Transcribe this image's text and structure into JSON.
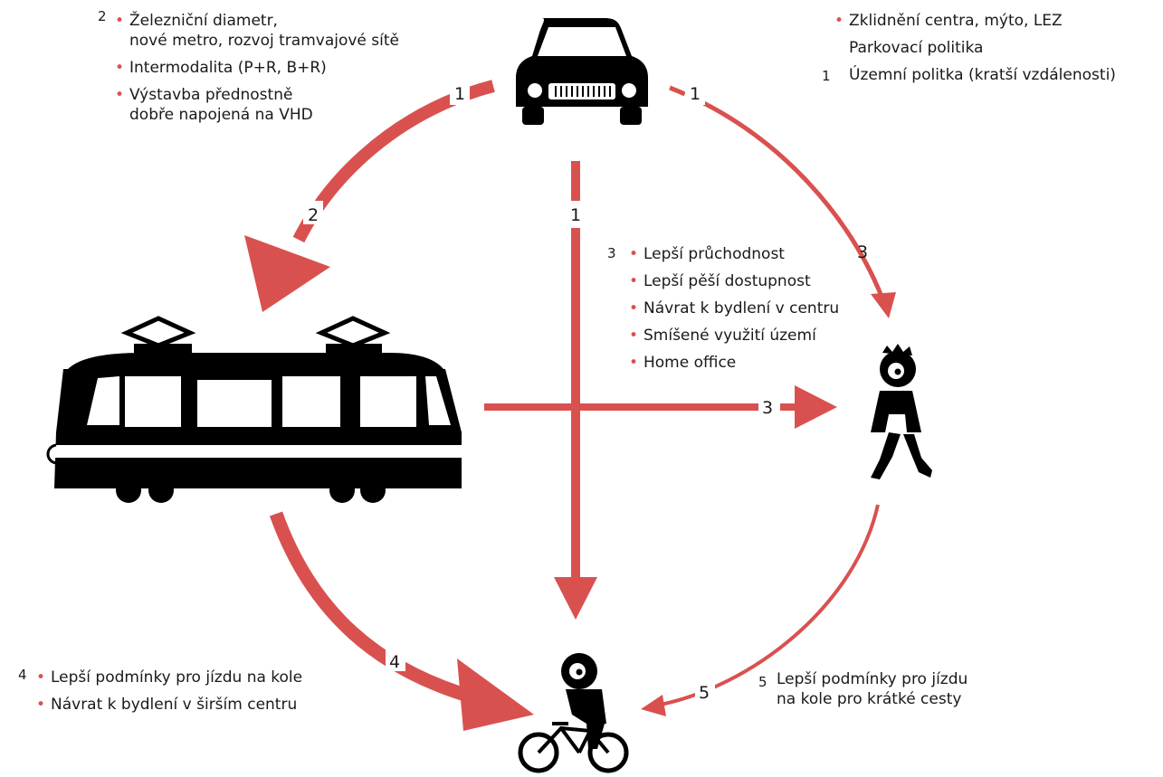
{
  "colors": {
    "arrow": "#d9514f",
    "icon": "#000000",
    "text": "#1a1a1a"
  },
  "icons": [
    "car-icon",
    "tram-icon",
    "pedestrian-icon",
    "cyclist-icon"
  ],
  "arrow_labels": {
    "car_to_tram": "1",
    "tram_arrow": "2",
    "car_to_bike": "1",
    "car_to_walk": "1",
    "walk_arrow": "3",
    "tram_to_walk": "3",
    "tram_to_bike": "4",
    "walk_to_bike": "5"
  },
  "notes": {
    "top_left": {
      "number": "2",
      "items": [
        "Železniční diametr,",
        "nové metro, rozvoj tramvajové sítě",
        "Intermodalita (P+R, B+R)",
        "Výstavba přednostně",
        "dobře napojená na VHD"
      ]
    },
    "top_right": {
      "number": "1",
      "items": [
        "Zklidnění centra, mýto, LEZ",
        "Parkovací politika",
        "Územní politka (kratší vzdálenosti)"
      ]
    },
    "middle": {
      "number": "3",
      "items": [
        "Lepší průchodnost",
        "Lepší pěší dostupnost",
        "Návrat k bydlení v centru",
        "Smíšené využití území",
        "Home office"
      ]
    },
    "bottom_left": {
      "number": "4",
      "items": [
        "Lepší podmínky pro jízdu na kole",
        "Návrat k bydlení v širším centru"
      ]
    },
    "bottom_right": {
      "number": "5",
      "items": [
        "Lepší podmínky pro jízdu",
        "na kole pro krátké cesty"
      ]
    }
  }
}
